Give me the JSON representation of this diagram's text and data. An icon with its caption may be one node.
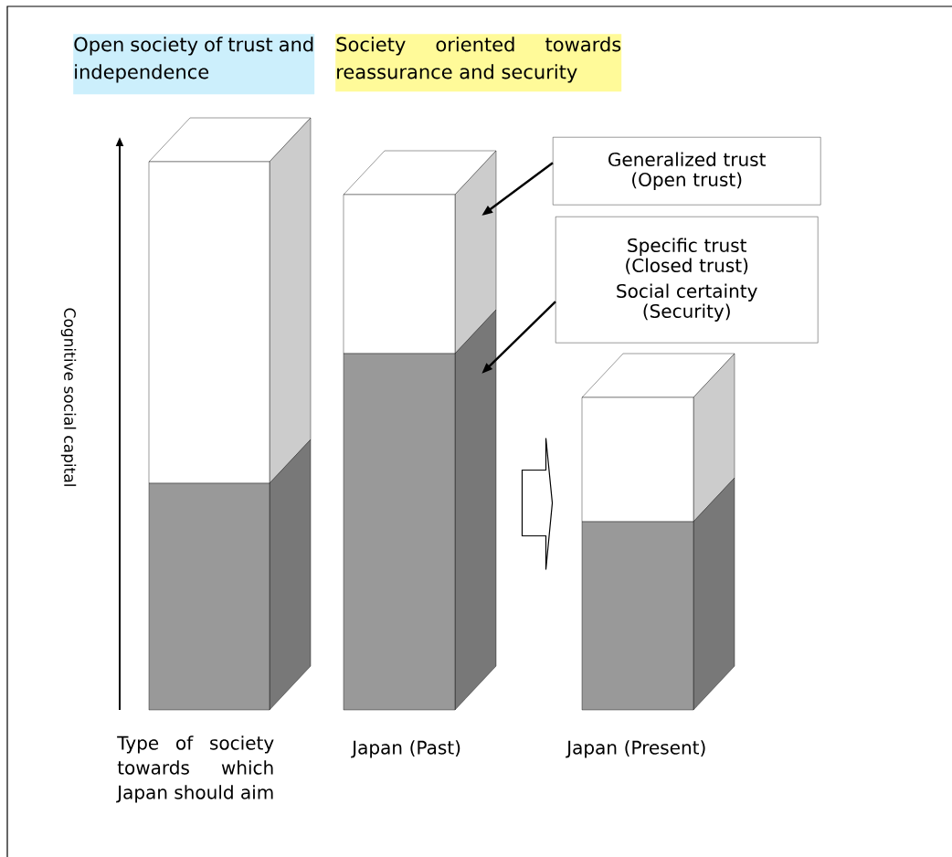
{
  "diagram": {
    "nodes": [
      {
        "text": [
          "Open society of trust and independence"
        ]
      },
      {
        "text": [
          "Society oriented towards reassurance and security"
        ]
      },
      {
        "text": [
          "Generalized trust (Open trust)"
        ]
      },
      {
        "text": [
          "Specific trust (Closed trust)",
          "Social certainty (Security)"
        ]
      },
      {
        "text": [],
        "shape": "bar",
        "beside": [
          "Type of society towards which Japan should aim"
        ]
      },
      {
        "text": [],
        "shape": "bar",
        "beside": [
          "Japan (Past)"
        ]
      },
      {
        "text": [],
        "shape": "box",
        "in": 5
      },
      {
        "text": [],
        "shape": "box",
        "in": 5
      },
      {
        "text": [],
        "shape": "bar",
        "beside": [
          "Japan (Present)"
        ]
      }
    ],
    "edges": [
      {
        "from": 2,
        "to": 6,
        "arrow": "to"
      },
      {
        "from": 3,
        "to": 7,
        "arrow": "to"
      },
      {
        "from": 5,
        "to": 8,
        "arrow": "to"
      }
    ],
    "labels": [
      "Cognitive social capital"
    ]
  }
}
